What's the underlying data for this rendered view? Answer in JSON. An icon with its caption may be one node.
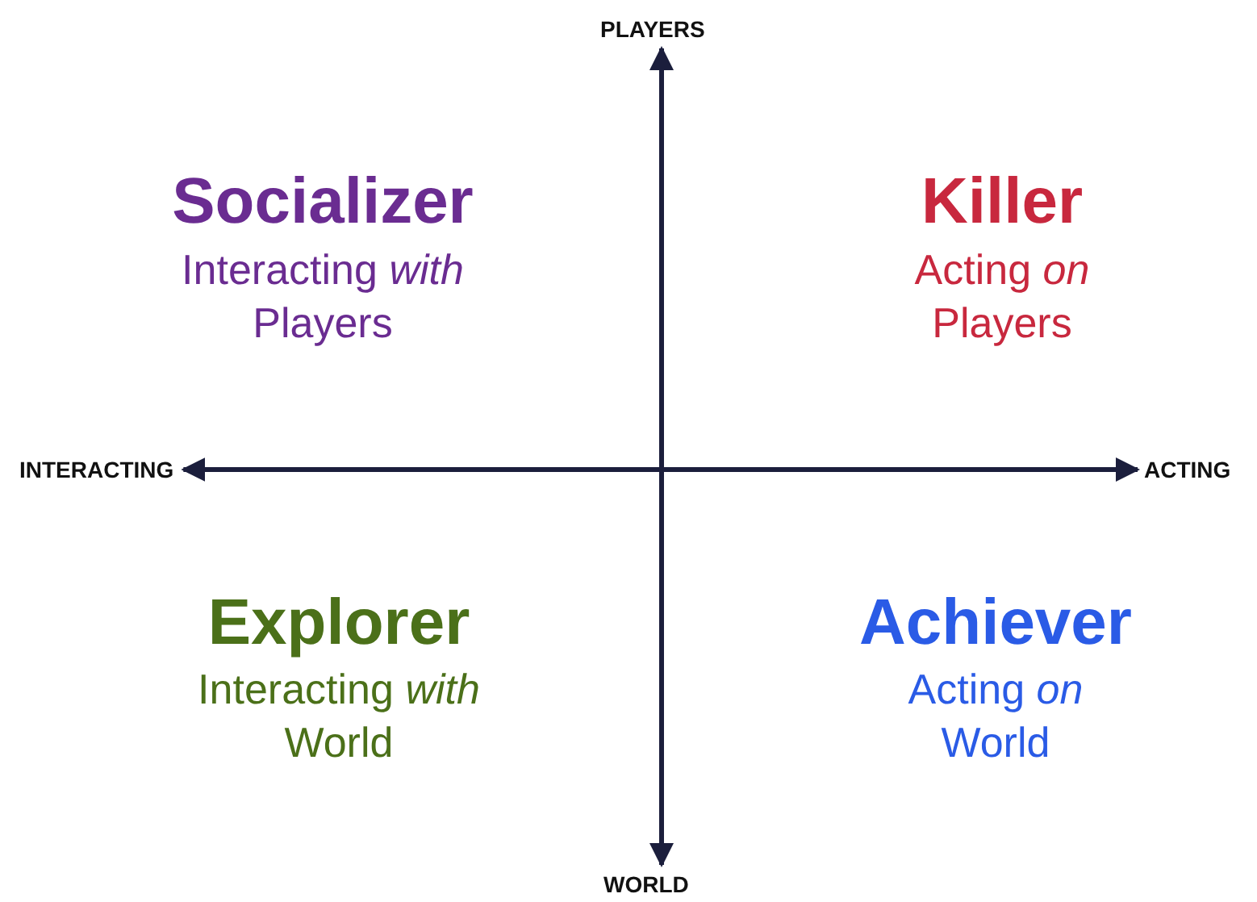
{
  "diagram": {
    "nodes": [
      {
        "text": [
          "PLAYERS"
        ]
      },
      {
        "text": [
          "INTERACTING"
        ]
      },
      {
        "text": [
          "ACTING"
        ]
      },
      {
        "text": [
          "WORLD"
        ]
      }
    ],
    "edges": [
      {
        "from": 0,
        "to": 3,
        "arrow": "both"
      },
      {
        "from": 1,
        "to": 2,
        "arrow": "both"
      }
    ],
    "labels": [
      "Socializer",
      "Interacting *with* Players",
      "Killer",
      "Acting *on* Players",
      "Explorer",
      "Interacting *with* World",
      "Achiever",
      "Acting *on* World"
    ]
  }
}
